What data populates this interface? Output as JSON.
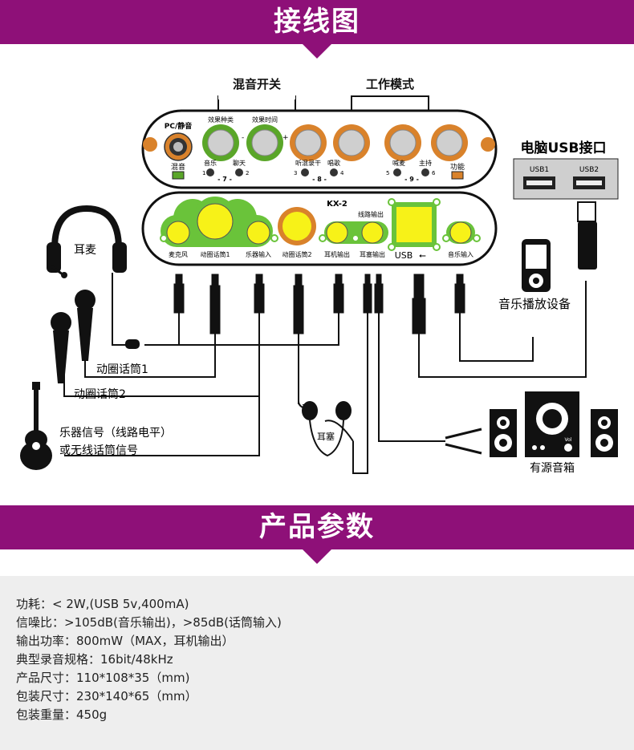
{
  "header": {
    "wiring_title": "接线图",
    "params_title": "产品参数"
  },
  "device": {
    "model": "KX-2",
    "top_buttons": {
      "mix_switch": "混音开关",
      "work_mode": "工作模式"
    },
    "top_panel": {
      "pc_mute": "PC/静音",
      "effect_type": "效果种类",
      "effect_time": "效果时间",
      "mix": "混音",
      "music": "音乐",
      "chat": "聊天",
      "monitor_record": "听混录干",
      "sing": "唱歌",
      "shout_mic": "喊麦",
      "host": "主持",
      "function": "功能",
      "group7": "- 7 -",
      "group8": "- 8 -",
      "group9": "- 9 -",
      "n1": "1",
      "n2": "2",
      "n3": "3",
      "n4": "4",
      "n5": "5",
      "n6": "6",
      "plus": "+",
      "minus": "-"
    },
    "line_out_label": "线路输出",
    "ports": {
      "mic": "麦克风",
      "dyn_mic1": "动圈话筒1",
      "instrument_in": "乐器输入",
      "dyn_mic2": "动圈话筒2",
      "headphone_out": "耳机输出",
      "earbud_out": "耳塞输出",
      "usb": "USB",
      "music_in": "音乐输入"
    }
  },
  "peripherals": {
    "pc_usb": "电脑USB接口",
    "usb1": "USB1",
    "usb2": "USB2",
    "headset": "耳麦",
    "dyn_mic1": "动圈话筒1",
    "dyn_mic2": "动圈话筒2",
    "instrument_line1": "乐器信号（线路电平）",
    "instrument_line2": "或无线话筒信号",
    "earbuds": "耳塞",
    "music_player": "音乐播放设备",
    "speakers": "有源音箱",
    "vol": "Vol"
  },
  "specs": [
    "功耗：< 2W,(USB 5v,400mA)",
    "信噪比：>105dB(音乐输出)，>85dB(话筒输入)",
    "输出功率：800mW（MAX，耳机输出）",
    "典型录音规格：16bit/48kHz",
    "产品尺寸：110*108*35（mm)",
    "包装尺寸：230*140*65（mm）",
    "包装重量：450g"
  ],
  "colors": {
    "banner": "#8e1078",
    "knob_green": "#5aa629",
    "knob_orange": "#d9822b",
    "port_yellow": "#f7f218",
    "port_green": "#6ac33a"
  }
}
